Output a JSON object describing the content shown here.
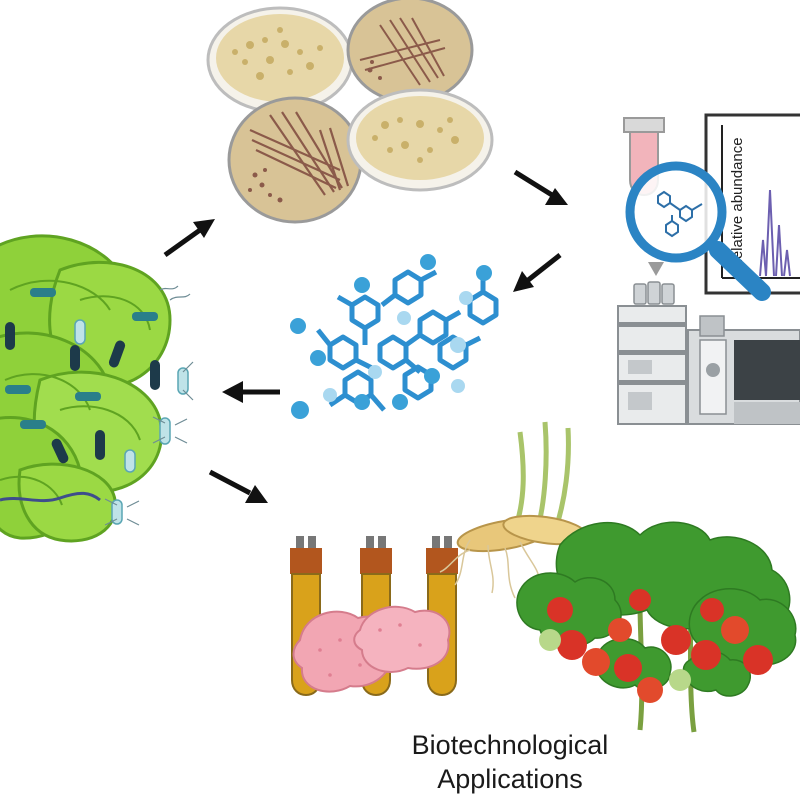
{
  "figure": {
    "caption_line1": "Biotechnological",
    "caption_line2": "Applications",
    "spectrum_ylabel": "Relative abundance",
    "colors": {
      "background": "#ffffff",
      "algae_green": "#8fd13a",
      "algae_dark": "#5fa321",
      "bacteria_teal": "#2a7f8a",
      "petri_agar": "#e7d7a8",
      "colony_brown": "#8b5a4a",
      "molecule_blue": "#2d8fd0",
      "sphere_blue": "#3aa1d8",
      "arrow_black": "#111111",
      "magnifier_blue": "#2b84c4",
      "spectrum_purple": "#6c5fb0",
      "tube_amber": "#d9a21b",
      "cap_orange": "#b2561e",
      "callus_pink": "#f2a6b3",
      "tomato_red": "#d93327",
      "leaf_green": "#3f9a2f"
    },
    "icons": [
      "algae-bacteria-consortium-icon",
      "petri-dish-icon",
      "test-tube-icon",
      "magnifier-icon",
      "mass-spectrum-icon",
      "lc-ms-instrument-icon",
      "molecule-icon",
      "culture-tube-icon",
      "seedling-icon",
      "tomato-plant-icon"
    ]
  }
}
